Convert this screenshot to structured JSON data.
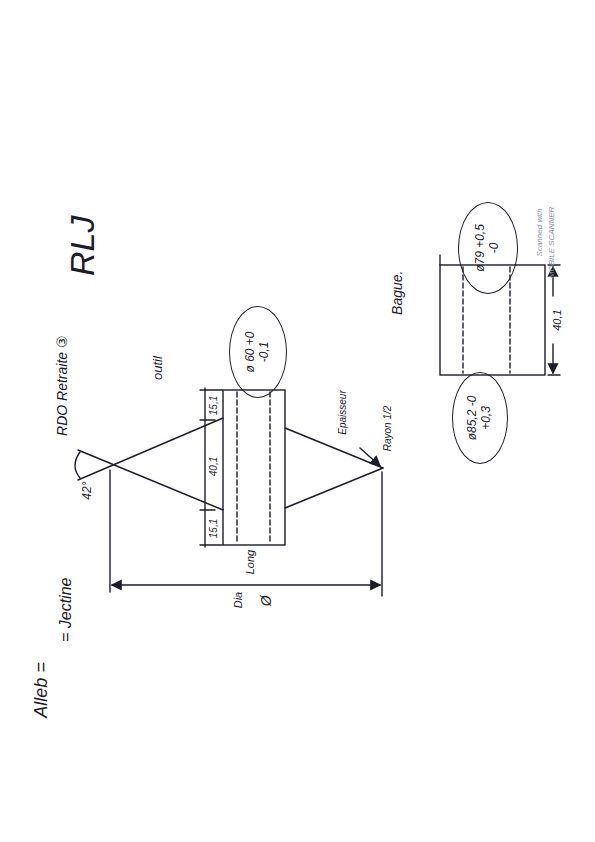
{
  "diagram": {
    "nodes": [
      {
        "text": [
          "ø 60 +0 -0,1"
        ]
      },
      {
        "text": [
          "ø79 +0,5 -0"
        ]
      },
      {
        "text": [
          "ø85,2 -0 +0,3"
        ]
      }
    ],
    "labels": [
      "RLJ",
      "Alleb =",
      "= Jectine",
      "RDO Retraite ③",
      "outil",
      "42°",
      "15,1",
      "40,1",
      "15,1",
      "Long",
      "Dia",
      "Ø",
      "Epaisseur",
      "Rayon 1/2",
      "Bague.",
      "40,1",
      "Scanned with",
      "MOBILE SCANNER"
    ]
  }
}
